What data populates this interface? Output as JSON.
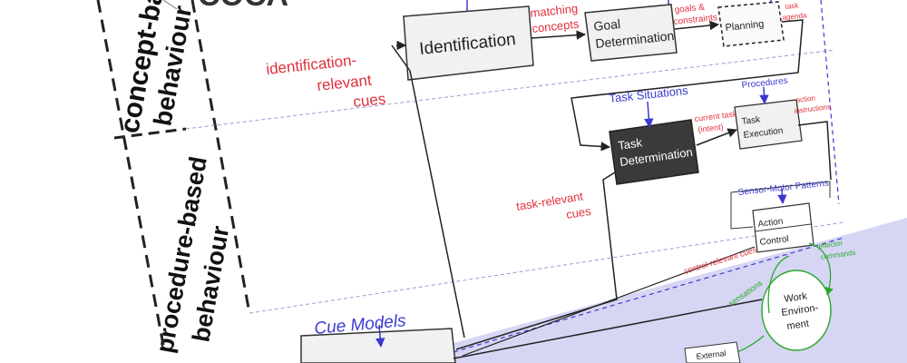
{
  "title_fragment": "COCA",
  "sidebar": {
    "concept_line1": "concept-based",
    "concept_line2": "behaviour",
    "procedure_line1": "procedure-based",
    "procedure_line2": "behaviour"
  },
  "boxes": {
    "identification": "Identification",
    "goal_line1": "Goal",
    "goal_line2": "Determination",
    "planning": "Planning",
    "task_det_line1": "Task",
    "task_det_line2": "Determination",
    "task_exec_line1": "Task",
    "task_exec_line2": "Execution",
    "action_line1": "Action",
    "action_line2": "Control",
    "external_fragment": "External",
    "work_env_line1": "Work",
    "work_env_line2": "Environ-",
    "work_env_line3": "ment"
  },
  "labels": {
    "matching_line1": "matching",
    "matching_line2": "concepts",
    "goals_line1": "goals &",
    "goals_line2": "constraints",
    "task_agenda_line1": "task",
    "task_agenda_line2": "agenda",
    "ident_cues_line1": "identification-",
    "ident_cues_line2": "relevant",
    "ident_cues_line3": "cues",
    "task_situations": "Task Situations",
    "procedures": "Procedures",
    "current_task_line1": "current task",
    "current_task_line2": "(intent)",
    "action_instr_line1": "action",
    "action_instr_line2": "instructions",
    "task_cues_line1": "task-relevant",
    "task_cues_line2": "cues",
    "sensor_motor": "Sensor-Motor Patterns",
    "control_cues": "control-relevant cues",
    "effector_line1": "effector",
    "effector_line2": "commands",
    "sensations": "sensations",
    "cue_models": "Cue Models"
  },
  "colors": {
    "red": "#e0303c",
    "blue": "#3a3ad0",
    "green": "#2da82d",
    "dark_box": "#3a3a3a",
    "lavender": "#d6d6f4"
  }
}
